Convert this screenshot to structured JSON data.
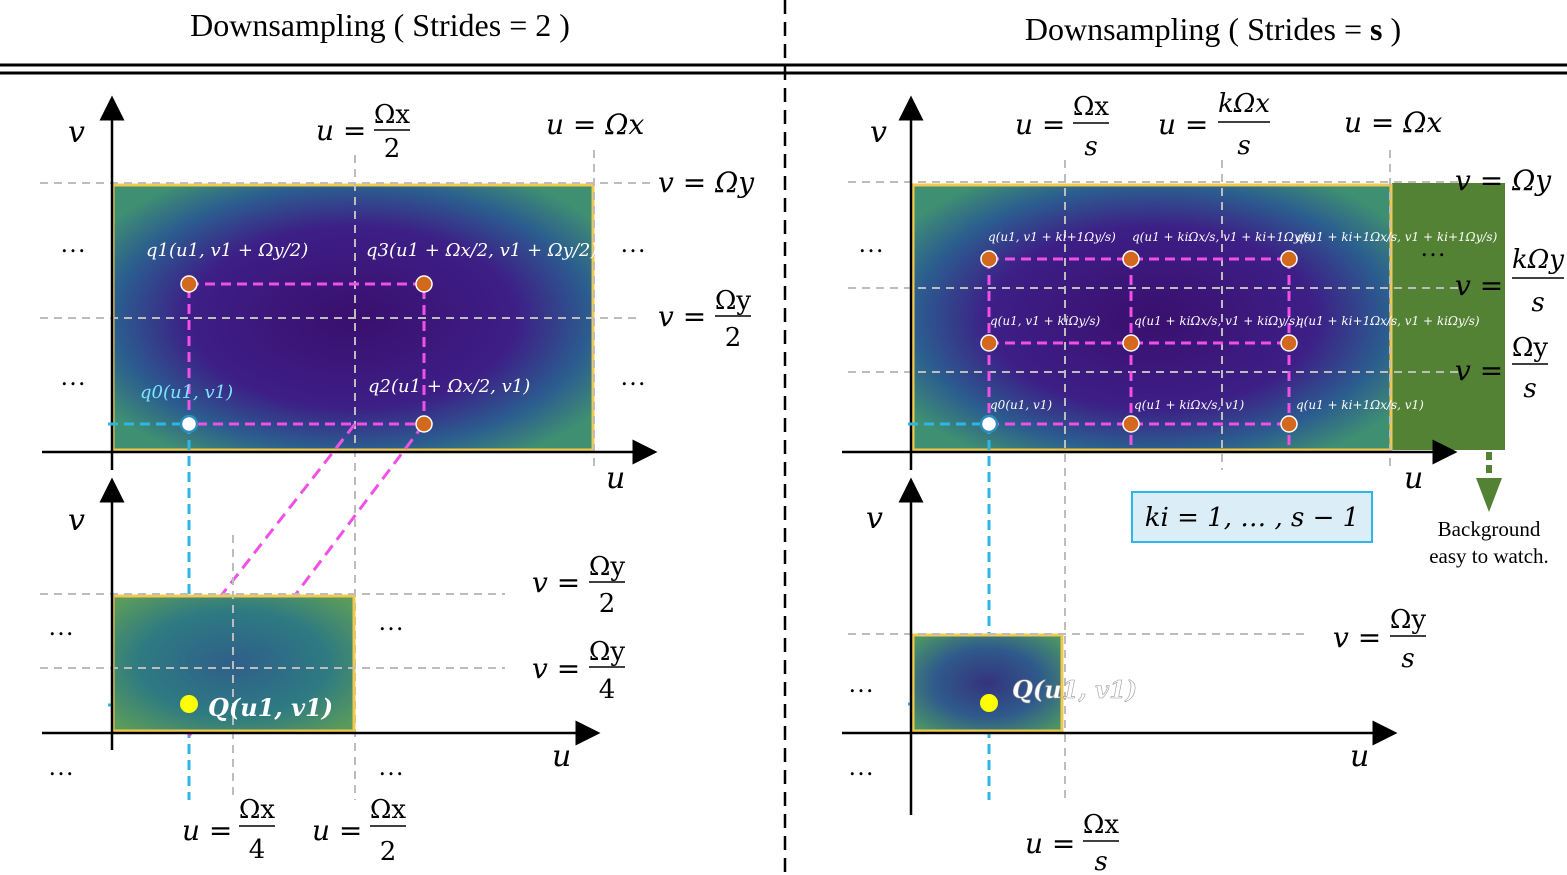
{
  "titles": {
    "left": "Downsampling ( Strides = 2 )",
    "right_prefix": "Downsampling ( Strides = ",
    "right_bold": "s",
    "right_suffix": " )"
  },
  "axes": {
    "u": "u",
    "v": "v"
  },
  "left_panel": {
    "u_top_half_lhs": "u =",
    "u_top_half_num": "Ωx",
    "u_top_half_den": "2",
    "u_top_full": "u = Ωx",
    "v_top_full": "v = Ωy",
    "v_top_half_lhs": "v =",
    "v_top_half_num": "Ωy",
    "v_top_half_den": "2",
    "q0": "q0(u1, v1)",
    "q1": "q1(u1, v1 + Ωy/2)",
    "q2": "q2(u1 + Ωx/2, v1)",
    "q3": "q3(u1 + Ωx/2, v1 + Ωy/2)",
    "v_bot_half_lhs": "v =",
    "v_bot_half_num": "Ωy",
    "v_bot_half_den": "2",
    "v_bot_quarter_lhs": "v =",
    "v_bot_quarter_num": "Ωy",
    "v_bot_quarter_den": "4",
    "Q": "Q(u1, v1)",
    "u_bot_quarter_lhs": "u =",
    "u_bot_quarter_num": "Ωx",
    "u_bot_quarter_den": "4",
    "u_bot_half_lhs": "u =",
    "u_bot_half_num": "Ωx",
    "u_bot_half_den": "2",
    "ellipsis": "…"
  },
  "right_panel": {
    "u_s_lhs": "u =",
    "u_s_num": "Ωx",
    "u_s_den": "s",
    "u_ks_lhs": "u =",
    "u_ks_num": "kΩx",
    "u_ks_den": "s",
    "u_full": "u = Ωx",
    "v_full": "v = Ωy",
    "v_ks_lhs": "v =",
    "v_ks_num": "kΩy",
    "v_ks_den": "s",
    "v_s_lhs": "v =",
    "v_s_num": "Ωy",
    "v_s_den": "s",
    "grid_labels": [
      "q(u1, v1 + ki+1Ωy/s)",
      "q(u1 + kiΩx/s, v1 + ki+1Ωy/s)",
      "q(u1 + ki+1Ωx/s, v1 + ki+1Ωy/s)",
      "q(u1, v1 + kiΩy/s)",
      "q(u1 + kiΩx/s, v1 + kiΩy/s)",
      "q(u1 + ki+1Ωx/s, v1 + kiΩy/s)",
      "q0(u1, v1)",
      "q(u1 + kiΩx/s, v1)",
      "q(u1 + ki+1Ωx/s, v1)"
    ],
    "ki_box": "ki = 1, … , s − 1",
    "background_note_1": "Background",
    "background_note_2": "easy to watch.",
    "v_bot_lhs": "v =",
    "v_bot_num": "Ωy",
    "v_bot_den": "s",
    "Q": "Q(u1, v1)",
    "u_bot_lhs": "u =",
    "u_bot_num": "Ωx",
    "u_bot_den": "s",
    "ellipsis": "…"
  },
  "colors": {
    "magenta": "#f050e6",
    "cyan": "#2eb6e6",
    "orange": "#d2691e",
    "yellow_point": "#ffff00",
    "frame": "#f2c94c",
    "green": "#548235",
    "ki_box_fill": "#dbeef7",
    "ki_box_stroke": "#2eb6e6",
    "grid": "#bdbdbd"
  }
}
